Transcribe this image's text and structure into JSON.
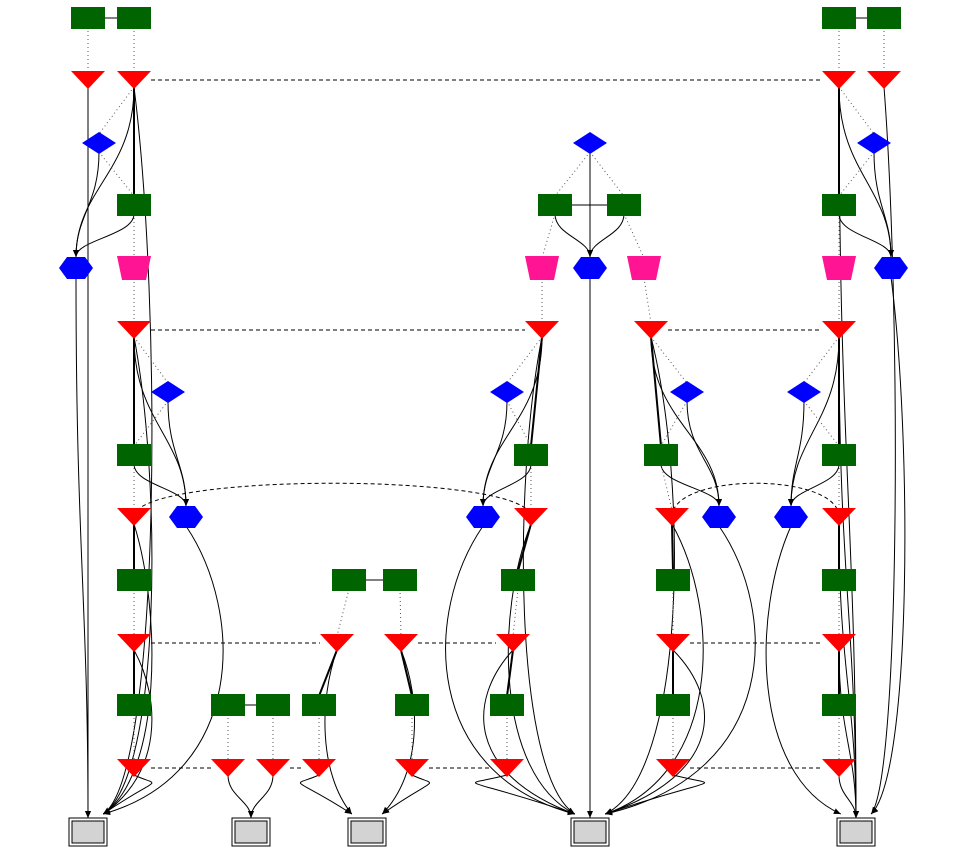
{
  "colors": {
    "process": "#006400",
    "event": "#ff0000",
    "decision": "#0000ff",
    "merge": "#0000ff",
    "trapezium": "#ff1493",
    "sink": "#d3d3d3",
    "edge": "#000000"
  },
  "node_kinds": {
    "process": "green-rectangle",
    "event": "red-inverted-triangle",
    "decision": "blue-diamond",
    "merge": "blue-hexagon",
    "trapezium": "pink-inverted-trapezium",
    "sink": "gray-double-rectangle"
  },
  "edge_kinds": {
    "link": "solid-undirected",
    "dot": "dotted",
    "dash": "dashed",
    "bold": "bold-solid",
    "arrow": "arrow"
  }
}
